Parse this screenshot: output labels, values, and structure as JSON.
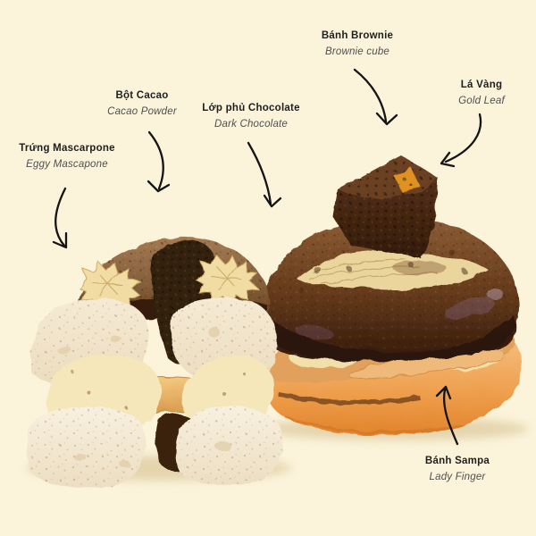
{
  "page": {
    "description": "Tiramisu donut ingredient infographic with two donut photos and six annotated callouts",
    "background_color": "#FBF3DA"
  },
  "colors": {
    "label_title": "#1E1E1E",
    "label_subtitle": "#4F4F4F",
    "arrow": "#141414",
    "cocoa_powder": "#7C4A22",
    "chocolate_glaze": "#2A1408",
    "cream": "#F0DCA2",
    "fried_dough": "#E9A054",
    "gold_leaf_accent": "#E09122"
  },
  "labels": {
    "mascarpone": {
      "title": "Trứng Mascarpone",
      "subtitle": "Eggy Mascapone",
      "arrow_icon": "hand-drawn-curved-arrow"
    },
    "cacao": {
      "title": "Bột Cacao",
      "subtitle": "Cacao Powder",
      "arrow_icon": "hand-drawn-curved-arrow"
    },
    "chocolate": {
      "title": "Lớp phủ Chocolate",
      "subtitle": "Dark Chocolate",
      "arrow_icon": "hand-drawn-curved-arrow"
    },
    "brownie": {
      "title": "Bánh Brownie",
      "subtitle": "Brownie cube",
      "arrow_icon": "hand-drawn-curved-arrow"
    },
    "gold_leaf": {
      "title": "Lá Vàng",
      "subtitle": "Gold Leaf",
      "arrow_icon": "hand-drawn-curved-arrow"
    },
    "lady_finger": {
      "title": "Bánh Sampa",
      "subtitle": "Lady Finger",
      "arrow_icon": "hand-drawn-curved-arrow"
    }
  },
  "figures": {
    "left": "tiramisu-donut-cross-section-photo",
    "right": "whole-tiramisu-donut-with-brownie-cube-photo"
  }
}
